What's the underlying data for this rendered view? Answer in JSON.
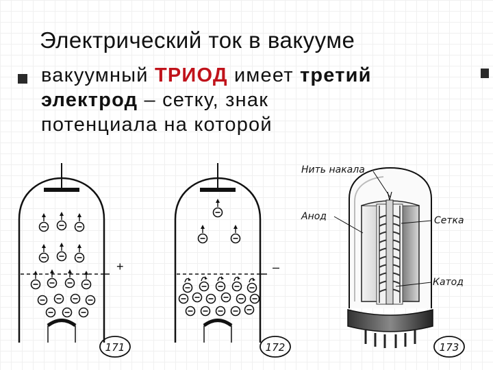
{
  "slide": {
    "title": "Электрический ток в вакууме",
    "text": {
      "part1": "вакуумный ",
      "triode": "ТРИОД",
      "part2": " имеет ",
      "third": "третий",
      "line2_bold": "электрод",
      "line2_rest": " – сетку, знак",
      "line3": "потенциала на которой"
    }
  },
  "figures": {
    "fig1": {
      "number": "171",
      "sign": "+"
    },
    "fig2": {
      "number": "172",
      "sign": "–"
    },
    "fig3": {
      "number": "173",
      "labels": {
        "filament": "Нить накала",
        "anode": "Анод",
        "grid": "Сетка",
        "cathode": "Катод"
      }
    }
  },
  "colors": {
    "accent_red": "#c0131b",
    "text": "#111111"
  }
}
